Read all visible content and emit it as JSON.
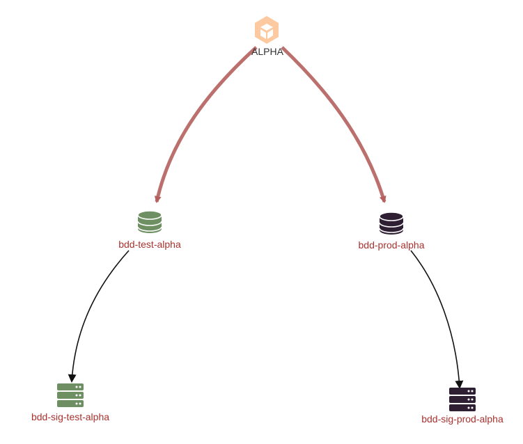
{
  "diagram": {
    "nodes": {
      "alpha": {
        "label": "ALPHA",
        "icon": "cube-icon",
        "color": "#fcc9a0"
      },
      "test": {
        "label": "bdd-test-alpha",
        "icon": "database-icon",
        "color": "#6e8f62"
      },
      "prod": {
        "label": "bdd-prod-alpha",
        "icon": "database-icon",
        "color": "#2f1f33"
      },
      "sig_test": {
        "label": "bdd-sig-test-alpha",
        "icon": "server-icon",
        "color": "#6e8f62"
      },
      "sig_prod": {
        "label": "bdd-sig-prod-alpha",
        "icon": "server-icon",
        "color": "#2f1f33"
      }
    },
    "colors": {
      "primary_edge": "#b5605e",
      "secondary_edge": "#111111",
      "child_label": "#a8322e",
      "root_label": "#333333"
    }
  }
}
